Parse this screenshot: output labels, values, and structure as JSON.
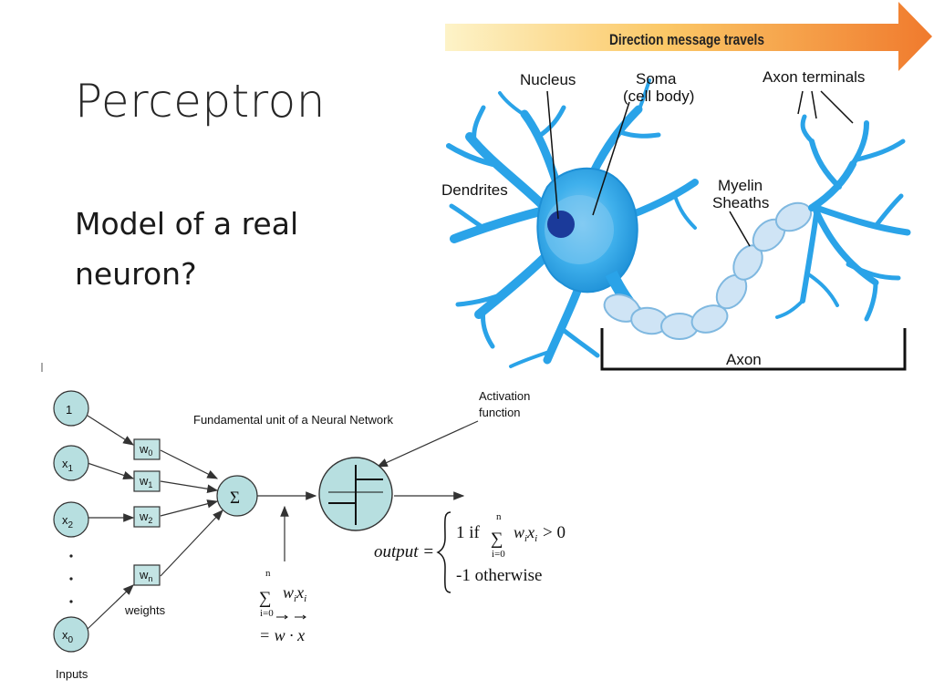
{
  "slide": {
    "title": "Perceptron",
    "subtitle": "Model of a real neuron?"
  },
  "neuron_diagram": {
    "arrow_label": "Direction message travels",
    "labels": {
      "nucleus": "Nucleus",
      "soma_line1": "Soma",
      "soma_line2": "(cell body)",
      "axon_terminals": "Axon terminals",
      "dendrites": "Dendrites",
      "myelin_line1": "Myelin",
      "myelin_line2": "Sheaths",
      "axon": "Axon"
    },
    "colors": {
      "cell_body": "#2aa3e8",
      "nucleus": "#1b3a9a",
      "myelin": "#cfe4f5",
      "arrow_start": "#fbe9a6",
      "arrow_end": "#f07a2d"
    }
  },
  "perceptron_diagram": {
    "title": "Fundamental unit of a Neural Network",
    "activation_line1": "Activation",
    "activation_line2": "function",
    "inputs": [
      "1",
      "x",
      "x",
      "x"
    ],
    "input_subs": [
      "",
      "1",
      "2",
      "0"
    ],
    "weights": [
      "w",
      "w",
      "w",
      "w"
    ],
    "weight_subs": [
      "0",
      "1",
      "2",
      "n"
    ],
    "weights_label": "weights",
    "inputs_label": "Inputs",
    "sum_symbol": "Σ",
    "sum_formula": {
      "sigma": "∑",
      "upper": "n",
      "lower": "i=0",
      "term": "w",
      "term_sub": "i",
      "term2": "x",
      "term2_sub": "i",
      "equals": "= w · x"
    },
    "output": {
      "label": "output =",
      "case1_prefix": "1 if",
      "case1_sigma": "∑",
      "case1_upper": "n",
      "case1_lower": "i=0",
      "case1_term": "w",
      "case1_term_sub": "i",
      "case1_term2": "x",
      "case1_term2_sub": "i",
      "case1_cond": "> 0",
      "case2": "-1 otherwise"
    },
    "colors": {
      "node_fill": "#b7dfe0",
      "weight_fill": "#c3e4e4"
    }
  }
}
